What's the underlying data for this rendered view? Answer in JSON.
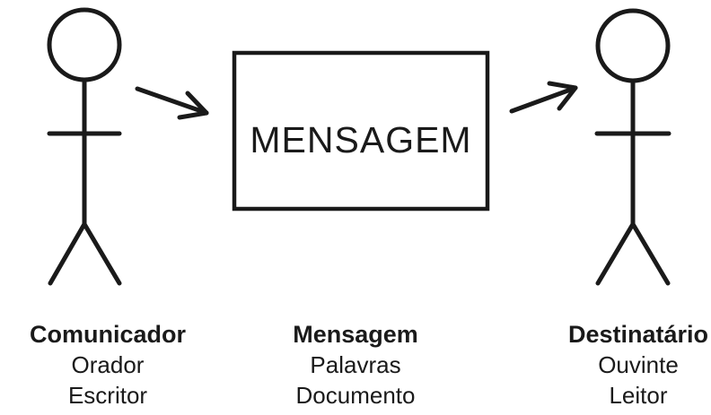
{
  "box": {
    "label": "MENSAGEM"
  },
  "sender": {
    "title": "Comunicador",
    "lines": [
      "Orador",
      "Escritor"
    ]
  },
  "message": {
    "title": "Mensagem",
    "lines": [
      "Palavras",
      "Documento"
    ]
  },
  "receiver": {
    "title": "Destinatário",
    "lines": [
      "Ouvinte",
      "Leitor"
    ]
  },
  "colors": {
    "stroke": "#1a1a1a",
    "background": "#ffffff"
  }
}
